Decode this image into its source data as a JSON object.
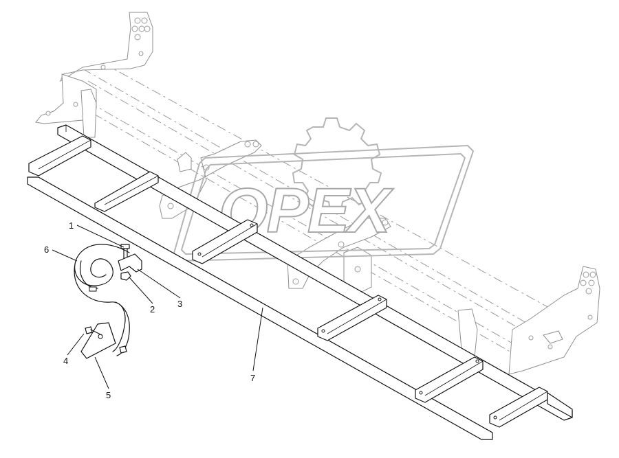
{
  "watermark": {
    "text": "OPEX"
  },
  "callouts": [
    {
      "id": "1",
      "label": "1"
    },
    {
      "id": "2",
      "label": "2"
    },
    {
      "id": "3",
      "label": "3"
    },
    {
      "id": "4",
      "label": "4"
    },
    {
      "id": "5",
      "label": "5"
    },
    {
      "id": "6",
      "label": "6"
    },
    {
      "id": "7",
      "label": "7"
    }
  ]
}
